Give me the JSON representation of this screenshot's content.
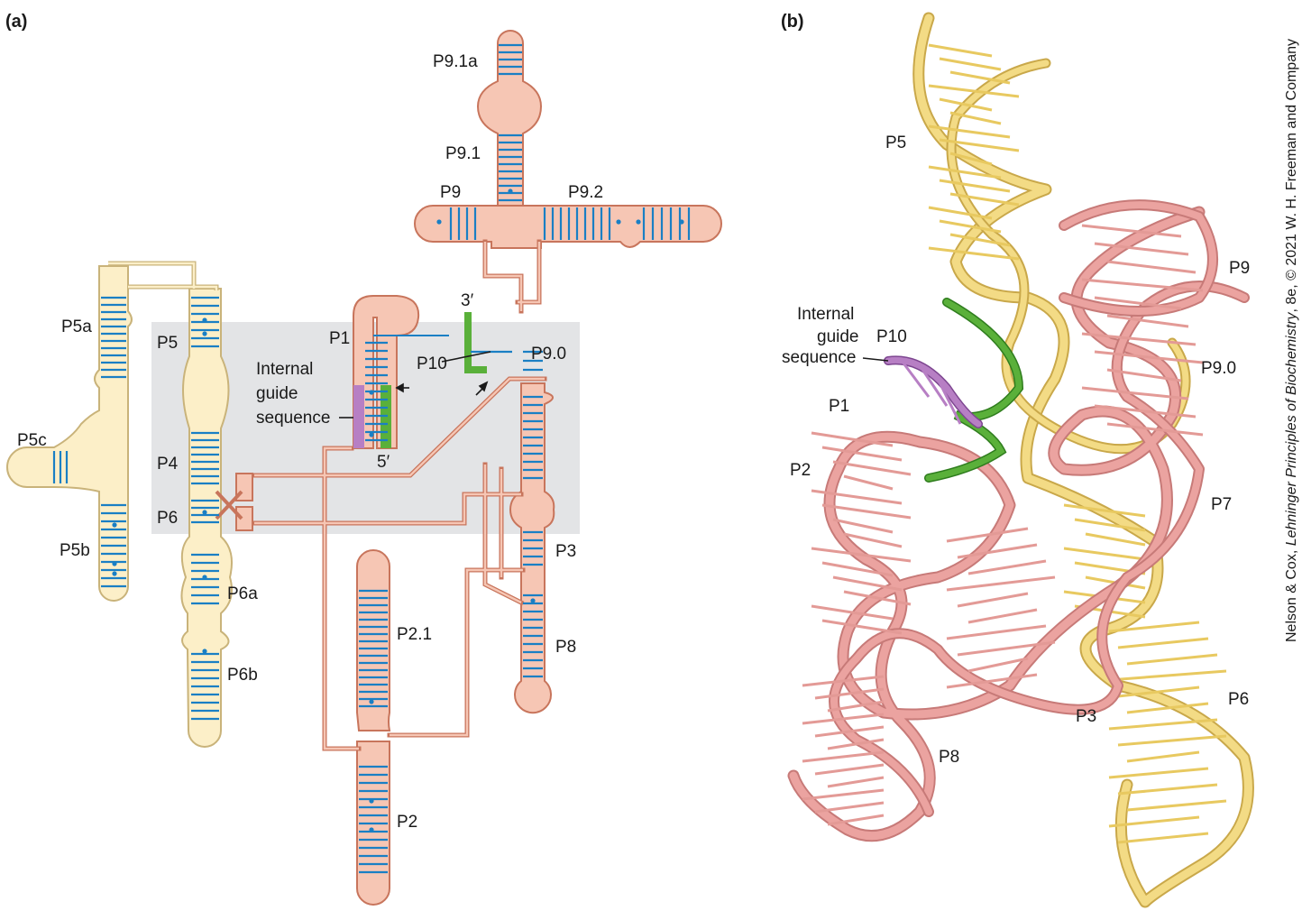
{
  "panels": {
    "a": "(a)",
    "b": "(b)"
  },
  "colors": {
    "salmon_fill": "#f6c6b4",
    "salmon_edge": "#c8755c",
    "yellow_fill": "#fcefc8",
    "yellow_edge": "#c9b37a",
    "pair": "#1a7fc4",
    "guide_purple": "#b77fc4",
    "guide_green": "#5ab03a",
    "shade": "#e3e4e6",
    "rib_pink": "#eba3a0",
    "rib_yellow": "#f3db85"
  },
  "a_labels": {
    "p91a": "P9.1a",
    "p91": "P9.1",
    "p9": "P9",
    "p92": "P9.2",
    "p5a": "P5a",
    "p5": "P5",
    "p5c": "P5c",
    "p4": "P4",
    "p6": "P6",
    "p5b": "P5b",
    "p6a": "P6a",
    "p6b": "P6b",
    "p1": "P1",
    "igs1": "Internal",
    "igs2": "guide",
    "igs3": "sequence",
    "three_prime": "3′",
    "five_prime": "5′",
    "p10": "P10",
    "p90": "P9.0",
    "p3": "P3",
    "p8": "P8",
    "p21": "P2.1",
    "p2": "P2"
  },
  "b_labels": {
    "p5": "P5",
    "p9": "P9",
    "igs1": "Internal",
    "igs2": "guide",
    "igs3": "sequence",
    "p10": "P10",
    "p90": "P9.0",
    "p1": "P1",
    "p2": "P2",
    "p7": "P7",
    "p3": "P3",
    "p6": "P6",
    "p8": "P8"
  },
  "credit": {
    "part1": "Nelson & Cox, ",
    "part2": "Lehninger Principles of Biochemistry",
    "part3": ", 8e, © 2021 W. H. Freeman and Company"
  }
}
